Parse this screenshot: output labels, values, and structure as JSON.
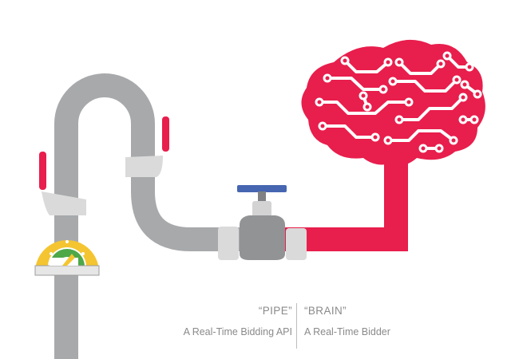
{
  "captions": {
    "pipe": {
      "title": "“PIPE”",
      "subtitle": "A Real-Time Bidding API"
    },
    "brain": {
      "title": "“BRAIN”",
      "subtitle": "A Real-Time Bidder"
    }
  },
  "colors": {
    "pipe_gray": "#a7a9ab",
    "joint_gray": "#dadada",
    "brain_red": "#e81e4c",
    "valve_blue": "#4666b1",
    "gauge_yellow": "#f4c531",
    "gauge_green": "#4ea848",
    "caption_gray": "#8a8a8a"
  },
  "icons": [
    "pipe-icon",
    "brain-circuit-icon",
    "valve-icon",
    "pressure-gauge-icon"
  ]
}
